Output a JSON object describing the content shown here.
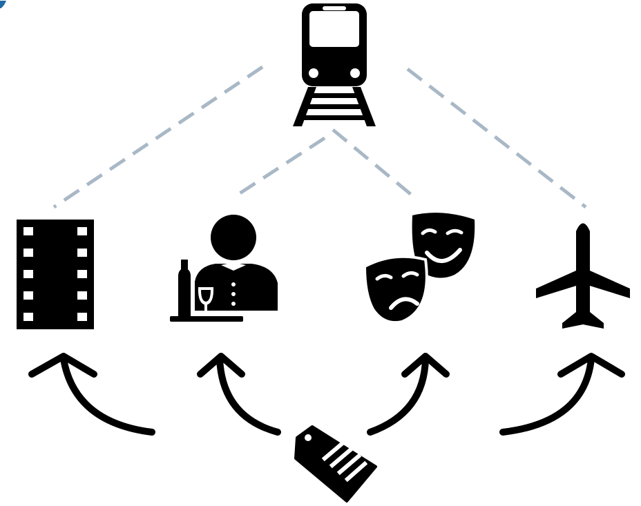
{
  "diagram": {
    "hub": {
      "icon": "train-icon"
    },
    "destinations": [
      {
        "id": "cinema",
        "icon": "film-strip-icon"
      },
      {
        "id": "restaurant",
        "icon": "waiter-icon"
      },
      {
        "id": "theatre",
        "icon": "theatre-masks-icon"
      },
      {
        "id": "flight",
        "icon": "airplane-icon"
      }
    ],
    "source": {
      "icon": "price-tag-icon"
    },
    "link_style": "dashed",
    "colors": {
      "icon": "#000000",
      "dashed_link": "#a9b8c6",
      "corner_accent": "#1f6aa5",
      "background": "#ffffff"
    }
  }
}
